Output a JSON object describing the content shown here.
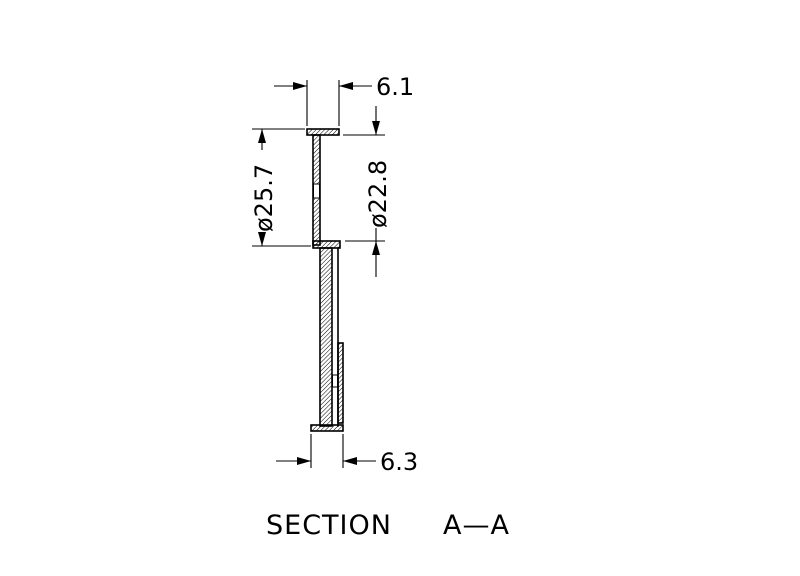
{
  "dimensions": {
    "top_width": "6.1",
    "bottom_width": "6.3",
    "outer_diameter": "ø25.7",
    "inner_diameter": "ø22.8"
  },
  "title": {
    "section_word": "SECTION",
    "section_id": "A—A"
  }
}
